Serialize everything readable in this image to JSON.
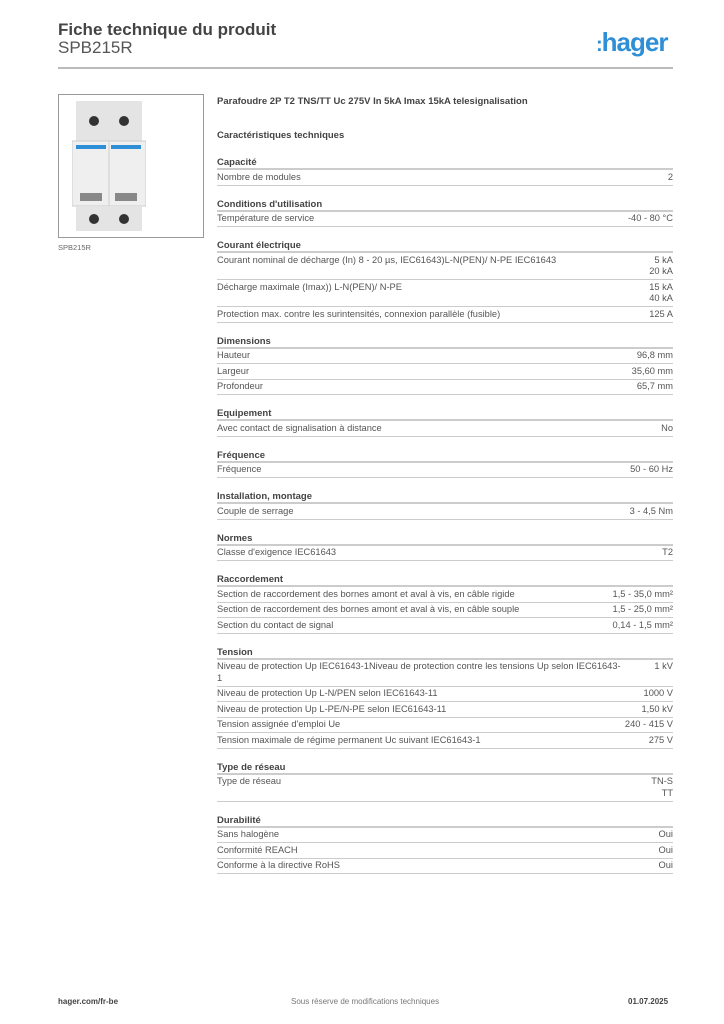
{
  "header": {
    "title": "Fiche technique du produit",
    "subtitle": "SPB215R",
    "logo": "hager",
    "brand_color": "#2f8fd6"
  },
  "image": {
    "caption": "SPB215R"
  },
  "product": {
    "description": "Parafoudre 2P T2 TNS/TT Uc 275V In 5kA Imax 15kA  telesignalisation",
    "tech_heading": "Caractéristiques techniques"
  },
  "sections": [
    {
      "title": "Capacité",
      "rows": [
        {
          "label": "Nombre de modules",
          "value": "2"
        }
      ]
    },
    {
      "title": "Conditions d'utilisation",
      "rows": [
        {
          "label": "Température de service",
          "value": "-40 - 80 °C"
        }
      ]
    },
    {
      "title": "Courant électrique",
      "rows": [
        {
          "label": "Courant nominal de décharge (In) 8 - 20 µs, IEC61643)L-N(PEN)/ N-PE IEC61643",
          "value": "5 kA\n20 kA"
        },
        {
          "label": "Décharge maximale (Imax)) L-N(PEN)/ N-PE",
          "value": "15 kA\n40 kA"
        },
        {
          "label": "Protection max. contre les surintensités, connexion parallèle (fusible)",
          "value": "125 A"
        }
      ]
    },
    {
      "title": "Dimensions",
      "rows": [
        {
          "label": "Hauteur",
          "value": "96,8 mm"
        },
        {
          "label": "Largeur",
          "value": "35,60 mm"
        },
        {
          "label": "Profondeur",
          "value": "65,7 mm"
        }
      ]
    },
    {
      "title": "Equipement",
      "rows": [
        {
          "label": "Avec contact de signalisation à distance",
          "value": "No"
        }
      ]
    },
    {
      "title": "Fréquence",
      "rows": [
        {
          "label": "Fréquence",
          "value": "50 - 60 Hz"
        }
      ]
    },
    {
      "title": "Installation, montage",
      "rows": [
        {
          "label": "Couple de serrage",
          "value": "3 - 4,5 Nm"
        }
      ]
    },
    {
      "title": "Normes",
      "rows": [
        {
          "label": "Classe d'exigence IEC61643",
          "value": "T2"
        }
      ]
    },
    {
      "title": "Raccordement",
      "rows": [
        {
          "label": "Section de raccordement des bornes amont et aval à vis, en câble rigide",
          "value": "1,5 - 35,0 mm²"
        },
        {
          "label": "Section de raccordement des bornes amont et aval à vis, en câble souple",
          "value": "1,5 - 25,0 mm²"
        },
        {
          "label": "Section du contact de signal",
          "value": "0,14 - 1,5 mm²"
        }
      ]
    },
    {
      "title": "Tension",
      "rows": [
        {
          "label": "Niveau de protection Up IEC61643-1Niveau de protection contre les tensions Up selon IEC61643-1",
          "value": "1 kV"
        },
        {
          "label": "Niveau de protection Up L-N/PEN selon IEC61643-11",
          "value": "1000 V"
        },
        {
          "label": "Niveau de protection Up L-PE/N-PE selon IEC61643-11",
          "value": "1,50 kV"
        },
        {
          "label": "Tension assignée d'emploi Ue",
          "value": "240 - 415 V"
        },
        {
          "label": "Tension maximale de régime permanent Uc suivant IEC61643-1",
          "value": "275 V"
        }
      ]
    },
    {
      "title": " Type de réseau",
      "rows": [
        {
          "label": "Type de réseau",
          "value": "TN-S\nTT"
        }
      ]
    },
    {
      "title": "Durabilité",
      "rows": [
        {
          "label": "Sans halogène",
          "value": "Oui"
        },
        {
          "label": "Conformité REACH",
          "value": "Oui"
        },
        {
          "label": "Conforme à la directive RoHS",
          "value": "Oui"
        }
      ]
    }
  ],
  "footer": {
    "website": "hager.com/fr-be",
    "notice": "Sous réserve de modifications techniques",
    "date": "01.07.2025"
  }
}
